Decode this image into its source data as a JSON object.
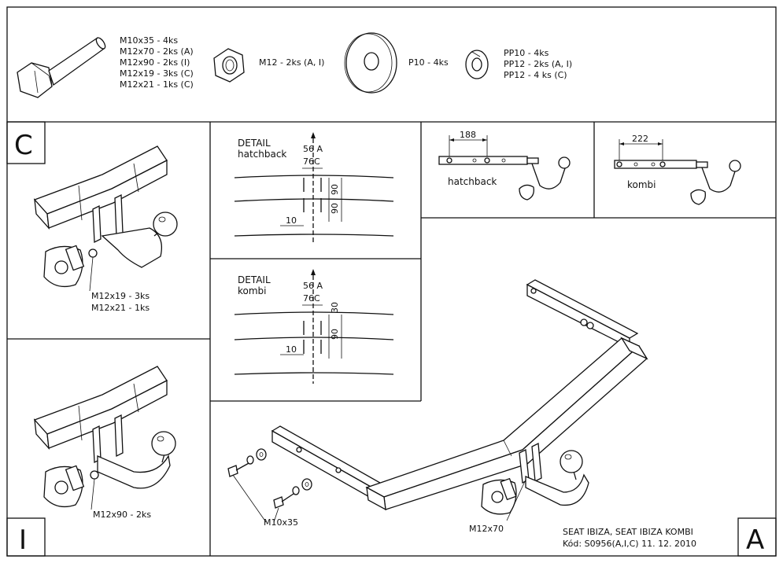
{
  "parts": {
    "bolt": [
      "M10x35 - 4ks",
      "M12x70 - 2ks (A)",
      "M12x90 - 2ks (I)",
      "M12x19 - 3ks (C)",
      "M12x21 - 1ks (C)"
    ],
    "nut": "M12 - 2ks (A, I)",
    "washer": "P10 - 4ks",
    "spring_washer": [
      "PP10 - 4ks",
      "PP12 - 2ks (A, I)",
      "PP12 - 4 ks (C)"
    ]
  },
  "panel_c": {
    "letter": "C",
    "label_1": "M12x19 - 3ks",
    "label_2": "M12x21 - 1ks"
  },
  "panel_i": {
    "letter": "I",
    "label": "M12x90 - 2ks"
  },
  "detail_hatchback": {
    "title_1": "DETAIL",
    "title_2": "hatchback",
    "dim_56": "56 A",
    "dim_76": "76C",
    "dim_90a": "90",
    "dim_90b": "90",
    "dim_10": "10"
  },
  "detail_kombi": {
    "title_1": "DETAIL",
    "title_2": "kombi",
    "dim_56": "56 A",
    "dim_76": "76C",
    "dim_30": "30",
    "dim_90": "90",
    "dim_10": "10"
  },
  "side_hatchback": {
    "dim": "188",
    "label": "hatchback"
  },
  "side_kombi": {
    "dim": "222",
    "label": "kombi"
  },
  "panel_a": {
    "letter": "A",
    "label_bolt_m10": "M10x35",
    "label_bolt_m12": "M12x70",
    "model": "SEAT IBIZA, SEAT IBIZA KOMBI",
    "code": "Kód: S0956(A,I,C)  11. 12. 2010"
  }
}
